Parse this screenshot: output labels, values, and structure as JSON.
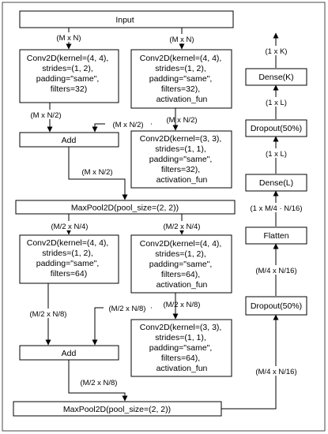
{
  "nodes": {
    "input": [
      "Input"
    ],
    "conv_a1": [
      "Conv2D(kernel=(4, 4),",
      "strides=(1, 2),",
      "padding=\"same\",",
      "filters=32)"
    ],
    "conv_b1": [
      "Conv2D(kernel=(4, 4),",
      "strides=(1, 2),",
      "padding=\"same\",",
      "filters=32),",
      "activation_fun"
    ],
    "add1": [
      "Add"
    ],
    "conv_b2": [
      "Conv2D(kernel=(3, 3),",
      "strides=(1, 1),",
      "padding=\"same\",",
      "filters=32),",
      "activation_fun"
    ],
    "maxpool1": [
      "MaxPool2D(pool_size=(2, 2))"
    ],
    "conv_a2": [
      "Conv2D(kernel=(4, 4),",
      "strides=(1, 2),",
      "padding=\"same\",",
      "filters=64)"
    ],
    "conv_b3": [
      "Conv2D(kernel=(4, 4),",
      "strides=(1, 2),",
      "padding=\"same\",",
      "filters=64),",
      "activation_fun"
    ],
    "add2": [
      "Add"
    ],
    "conv_b4": [
      "Conv2D(kernel=(3, 3),",
      "strides=(1, 1),",
      "padding=\"same\",",
      "filters=64),",
      "activation_fun"
    ],
    "maxpool2": [
      "MaxPool2D(pool_size=(2, 2))"
    ],
    "dropout1": [
      "Dropout(50%)"
    ],
    "flatten": [
      "Flatten"
    ],
    "dense_l": [
      "Dense(L)"
    ],
    "dropout2": [
      "Dropout(50%)"
    ],
    "dense_k": [
      "Dense(K)"
    ]
  },
  "edges": {
    "in_to_conv_a1": "(M x N)",
    "in_to_conv_b1": "(M x N)",
    "conv_a1_to_add1": "(M x N/2)",
    "conv_b1_to_conv_b2": "(M x N/2)",
    "conv_b2_to_add1": "(M x N/2)",
    "add1_to_maxpool1": "(M x N/2)",
    "maxpool1_to_conv_a2": "(M/2 x N/4)",
    "maxpool1_to_conv_b3": "(M/2 x N/4)",
    "conv_a2_to_add2": "(M/2 x N/8)",
    "conv_b3_to_conv_b4": "(M/2 x N/8)",
    "conv_b4_to_add2": "(M/2 x N/8)",
    "add2_to_maxpool2": "(M/2 x N/8)",
    "maxpool2_to_dropout1": "(M/4 x N/16)",
    "dropout1_to_flatten": "(M/4 x N/16)",
    "flatten_to_dense_l": "(1 x M/4 · N/16)",
    "dense_l_to_dropout2": "(1 x L)",
    "dropout2_to_dense_k": "(1 x L)",
    "dense_k_to_output": "(1 x K)"
  }
}
